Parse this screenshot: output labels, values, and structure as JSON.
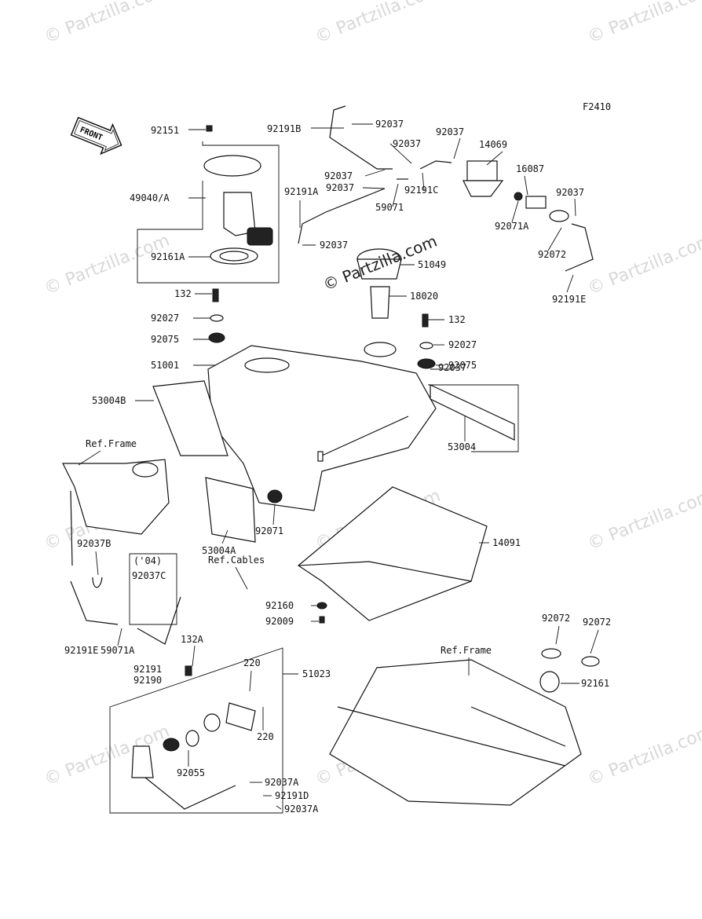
{
  "diagram": {
    "code": "F2410",
    "front_label": "FRONT",
    "center_watermark": "© Partzilla.com",
    "watermark_text": "© Partzilla.com",
    "part_labels": [
      "92191B",
      "92037",
      "92037",
      "14069",
      "92151",
      "92037",
      "92037",
      "16087",
      "92037",
      "49040/A",
      "92191A",
      "92037",
      "59071",
      "92191C",
      "92037",
      "92071A",
      "92072",
      "92161A",
      "92037",
      "51049",
      "92191E",
      "132",
      "18020",
      "92027",
      "132",
      "92075",
      "92027",
      "51001",
      "92075",
      "53004B",
      "Ref.Frame",
      "53004",
      "92071",
      "53004A",
      "14091",
      "92037B",
      "('04)",
      "Ref.Cables",
      "92037C",
      "92160",
      "92009",
      "92191E",
      "92072",
      "92072",
      "59071A",
      "Ref.Frame",
      "132A",
      "92191",
      "92190",
      "92161",
      "220",
      "51023",
      "220",
      "92055",
      "92037A",
      "92191D",
      "92037A"
    ]
  }
}
